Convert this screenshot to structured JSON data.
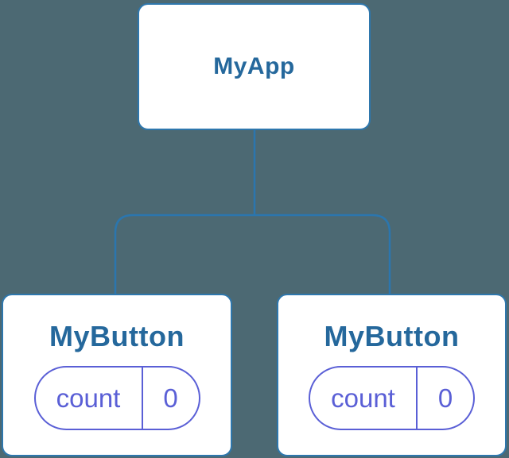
{
  "palette": {
    "background": "#4c6973",
    "connector_line": "#2b76ae",
    "node_border": "#2e77ad",
    "node_fill": "#ffffff",
    "label_text": "#25689c",
    "state_accent": "#5a5fd6"
  },
  "tree": {
    "root": {
      "label": "MyApp"
    },
    "children": [
      {
        "label": "MyButton",
        "state": {
          "name": "count",
          "value": "0"
        }
      },
      {
        "label": "MyButton",
        "state": {
          "name": "count",
          "value": "0"
        }
      }
    ]
  }
}
